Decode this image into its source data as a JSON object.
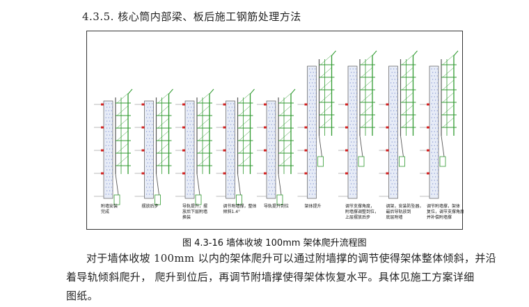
{
  "heading": "4.3.5. 核心筒内部梁、板后施工钢筋处理方法",
  "figure": {
    "caption": "图 4.3-16 墙体收坡 100mm 架体爬升流程图",
    "steps": [
      {
        "label": [
          "附墙安装",
          "完成"
        ],
        "lifted": false
      },
      {
        "label": [
          "摆放后步"
        ],
        "lifted": false
      },
      {
        "label": [
          "导轨提升，摆",
          "放后下层附墙",
          "换装"
        ],
        "lifted": false
      },
      {
        "label": [
          "调节附墙撑，整体",
          "倾斜1.4°"
        ],
        "lifted": false
      },
      {
        "label": [
          "导轨提升到位"
        ],
        "lifted": false
      },
      {
        "label": [
          "架体提升"
        ],
        "lifted": true
      },
      {
        "label": [
          "调节支撑角度，",
          "附墙撑调整到位，",
          "上层摆放后步"
        ],
        "lifted": true
      },
      {
        "label": [
          "调架，安装防坠器，",
          "最后导轨放到",
          "底层附墙"
        ],
        "lifted": true
      },
      {
        "label": [
          "调节附墙撑，架体",
          "复位，调节支撑角度，",
          "并补偿附墙撑"
        ],
        "lifted": true
      }
    ]
  },
  "paragraph": {
    "line1": "对于墙体收坡 100mm 以内的架体爬升可以通过附墙撑的调节使得架体整体倾斜，并沿",
    "line2": "着导轨倾斜爬升， 爬升到位后，再调节附墙撑使得架体恢复水平。具体见施工方案详细",
    "line3": "图纸。"
  },
  "colors": {
    "scaffold": "#2f9a2f",
    "wall_fill": "#e7ecf7",
    "wall_dots": "#3d57b8",
    "anchor": "#d22020",
    "guide_rail": "#555555"
  }
}
